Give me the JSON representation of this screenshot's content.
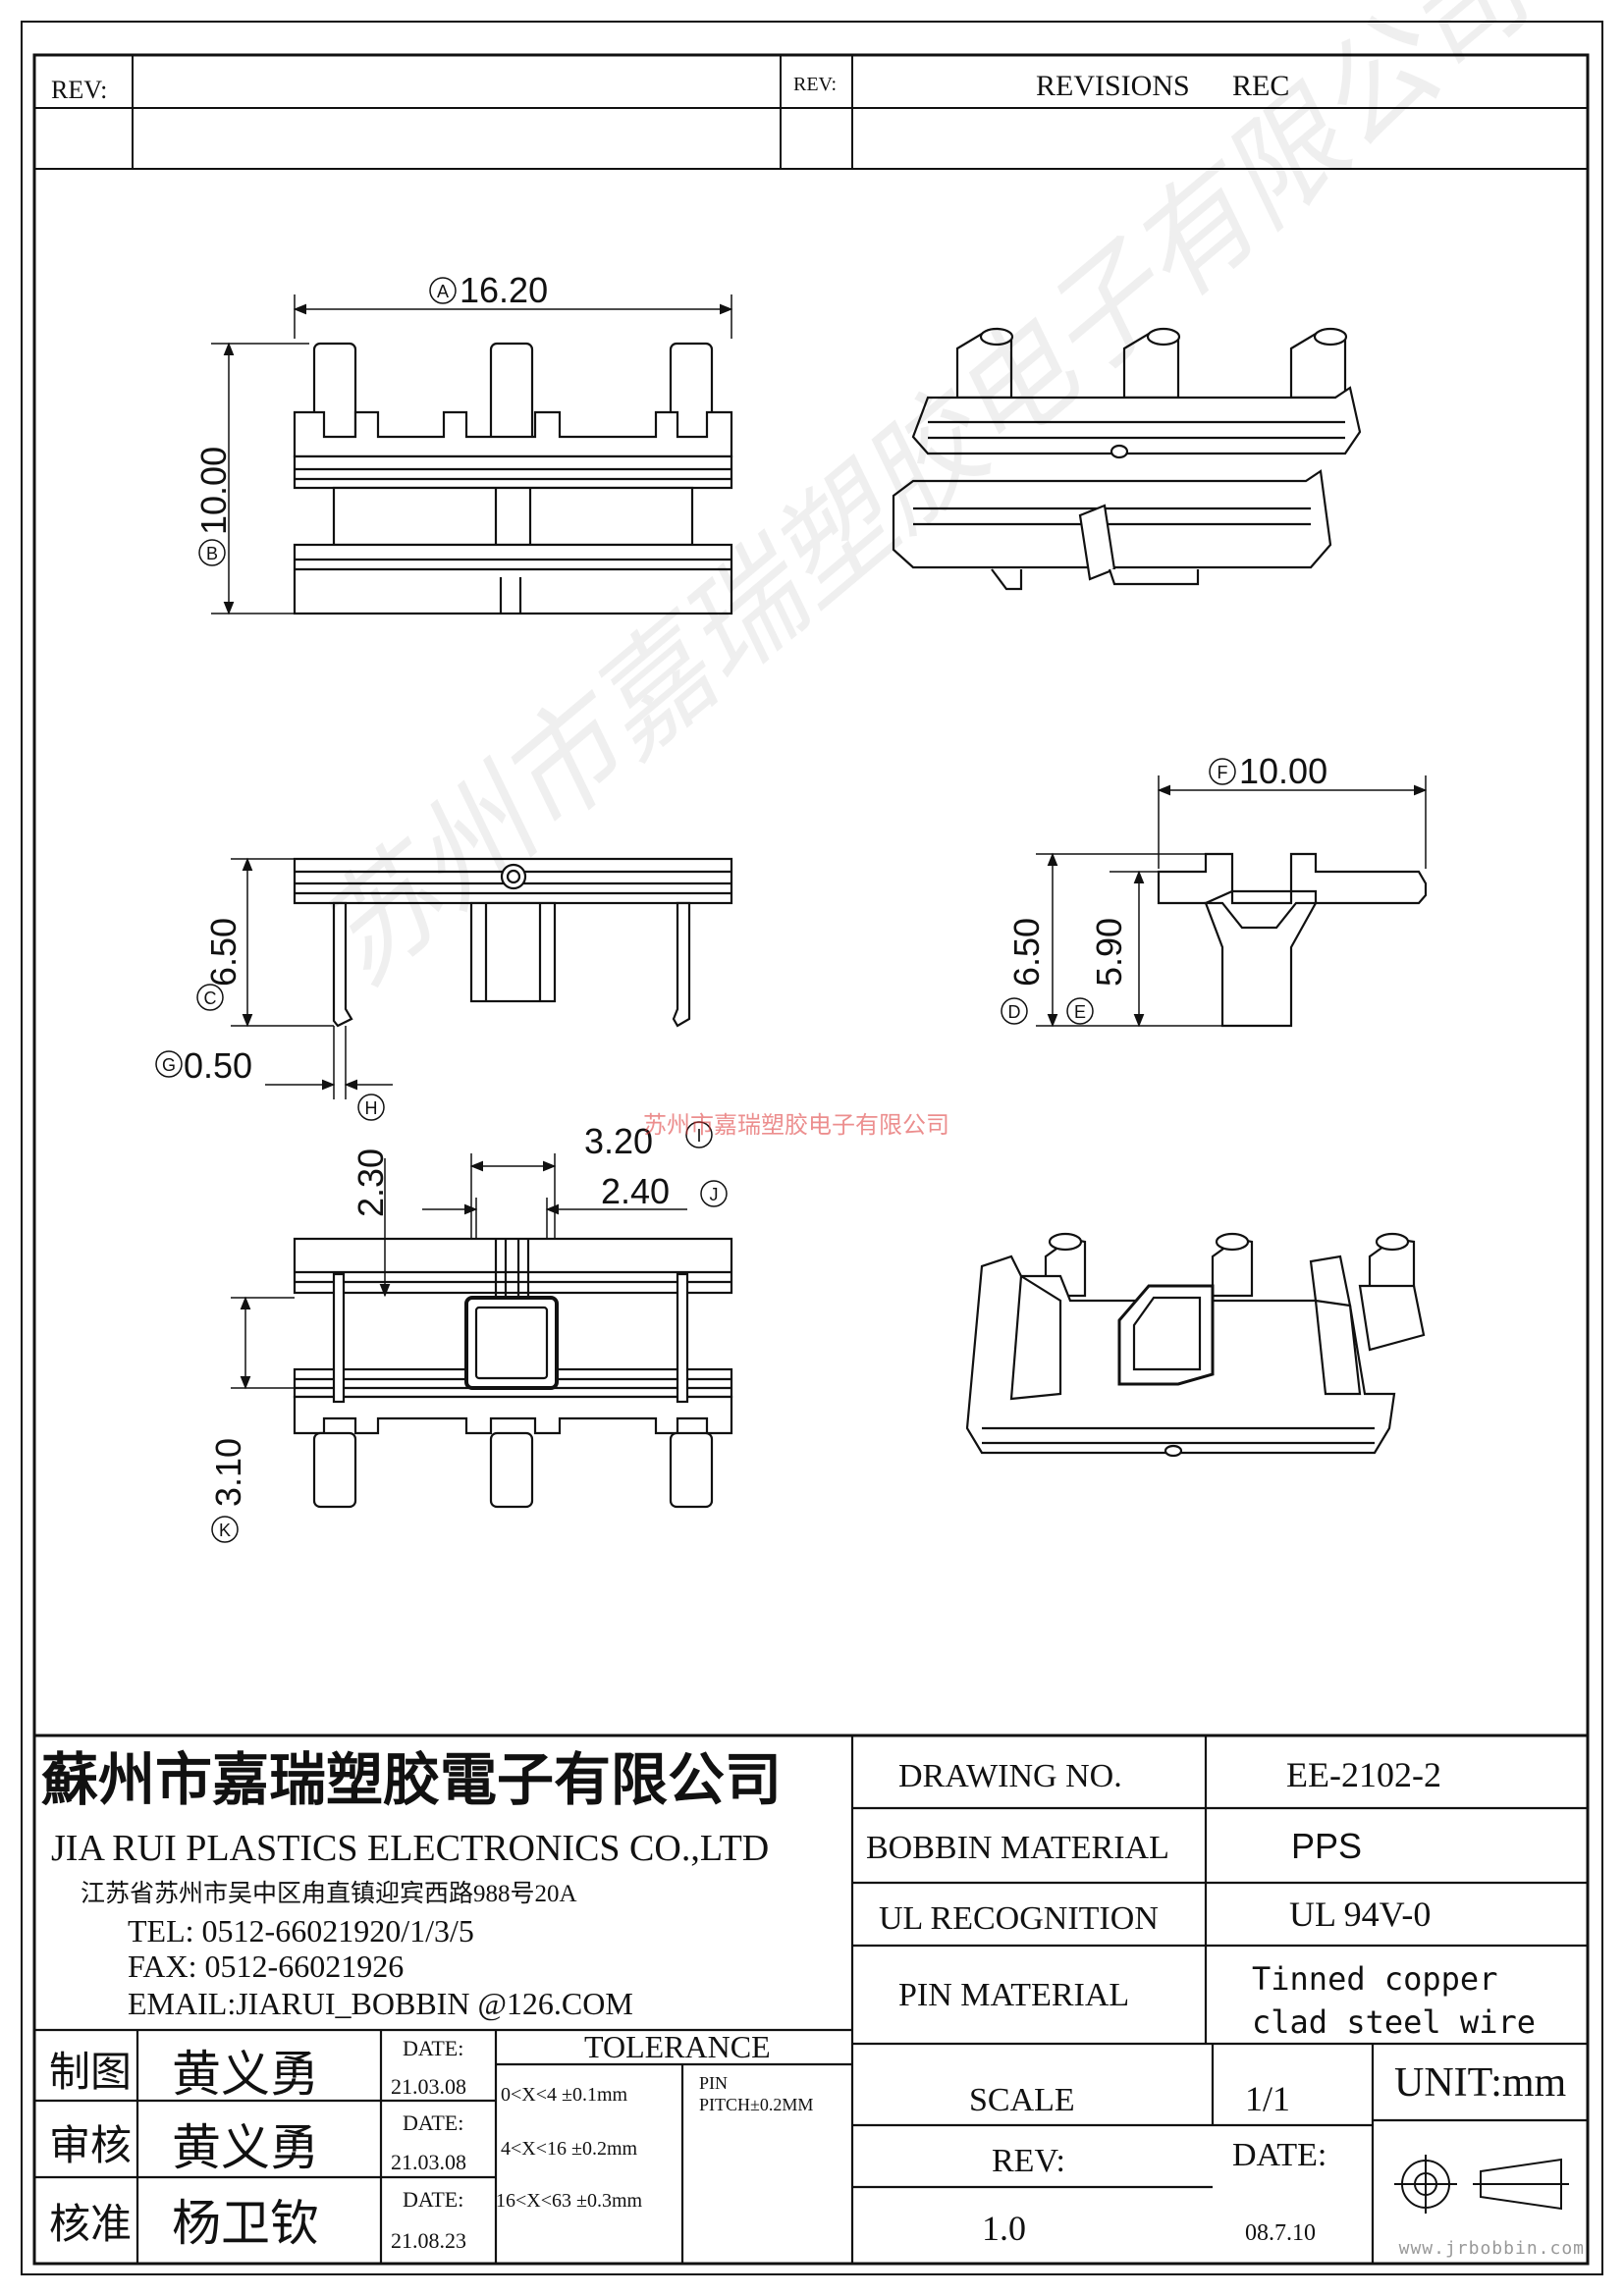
{
  "revision_table": {
    "rev_label_left": "REV:",
    "rev_label_right": "REV:",
    "revisions_label": "REVISIONS",
    "rec_label": "REC"
  },
  "dimensions": {
    "A": {
      "tag": "A",
      "value": "16.20"
    },
    "B": {
      "tag": "B",
      "value": "10.00"
    },
    "C": {
      "tag": "C",
      "value": "6.50"
    },
    "D": {
      "tag": "D",
      "value": "6.50"
    },
    "E": {
      "tag": "E",
      "value": "5.90"
    },
    "F": {
      "tag": "F",
      "value": "10.00"
    },
    "G": {
      "tag": "G",
      "value": "0.50"
    },
    "H": {
      "tag": "H",
      "value": "2.30"
    },
    "I": {
      "tag": "I",
      "value": "3.20"
    },
    "J": {
      "tag": "J",
      "value": "2.40"
    },
    "K": {
      "tag": "K",
      "value": "3.10"
    }
  },
  "watermark": {
    "company_cn": "苏州市嘉瑞塑胶电子有限公司",
    "url": "www.jrbobbin.com"
  },
  "title_block": {
    "company_cn": "蘇州市嘉瑞塑胶電子有限公司",
    "company_en": "JIA RUI PLASTICS ELECTRONICS CO.,LTD",
    "address": "江苏省苏州市吴中区甪直镇迎宾西路988号20A",
    "tel": "TEL: 0512-66021920/1/3/5",
    "fax": "FAX: 0512-66021926",
    "email": "EMAIL:JIARUI_BOBBIN @126.COM",
    "drawn_label": "制图",
    "drawn_by": "黄义勇",
    "checked_label": "审核",
    "checked_by": "黄义勇",
    "approved_label": "核准",
    "approved_by": "杨卫钦",
    "date_label": "DATE:",
    "date1": "21.03.08",
    "date2": "21.03.08",
    "date3": "21.08.23",
    "tolerance_label": "TOLERANCE",
    "tol1": "0<X<4  ±0.1mm",
    "tol2": "4<X<16 ±0.2mm",
    "tol3": "16<X<63 ±0.3mm",
    "pin_label": "PIN",
    "pitch": "PITCH±0.2MM",
    "drawing_no_label": "DRAWING  NO.",
    "drawing_no": "EE-2102-2",
    "bobbin_material_label": "BOBBIN  MATERIAL",
    "bobbin_material": "PPS",
    "ul_label": "UL RECOGNITION",
    "ul": "UL 94V-0",
    "pin_material_label": "PIN MATERIAL",
    "pin_material_1": "Tinned copper",
    "pin_material_2": "clad steel wire",
    "unit": "UNIT:mm",
    "scale_label": "SCALE",
    "scale": "1/1",
    "rev_label": "REV:",
    "rev": "1.0",
    "date_label2": "DATE:",
    "date": "08.7.10"
  }
}
